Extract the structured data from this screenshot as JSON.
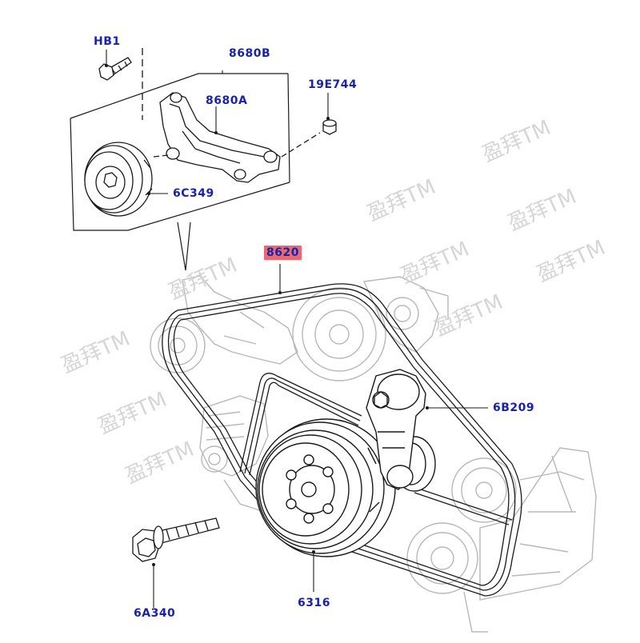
{
  "labels": {
    "hb1": "HB1",
    "p8680b": "8680B",
    "p8680a": "8680A",
    "p19e744": "19E744",
    "p6c349": "6C349",
    "p8620": "8620",
    "p6b209": "6B209",
    "p6316": "6316",
    "p6a340": "6A340"
  },
  "watermark": "盈拜TM",
  "colors": {
    "label_text": "#1a23a8",
    "highlight_bg": "#e8696f",
    "line_art": "#1a1a1a",
    "faded_art": "#b8b8b8",
    "watermark": "#d6d6d6"
  }
}
